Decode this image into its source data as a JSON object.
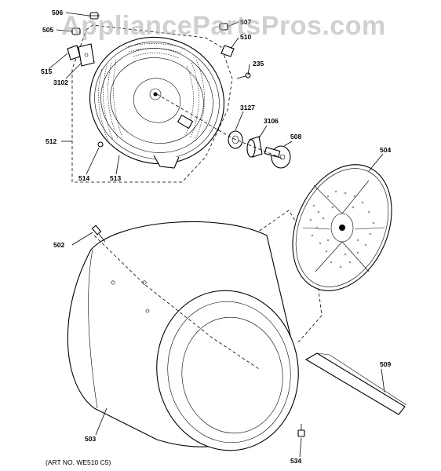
{
  "watermark": "AppliancePartsPros.com",
  "art_number": "(ART NO. WE510 C5)",
  "callouts": {
    "c506": "506",
    "c505": "505",
    "c507": "507",
    "c510": "510",
    "c515": "515",
    "c3102": "3102",
    "c235": "235",
    "c512": "512",
    "c3127": "3127",
    "c3106": "3106",
    "c508": "508",
    "c504": "504",
    "c514": "514",
    "c513": "513",
    "c502": "502",
    "c509": "509",
    "c503": "503",
    "c534": "534"
  }
}
